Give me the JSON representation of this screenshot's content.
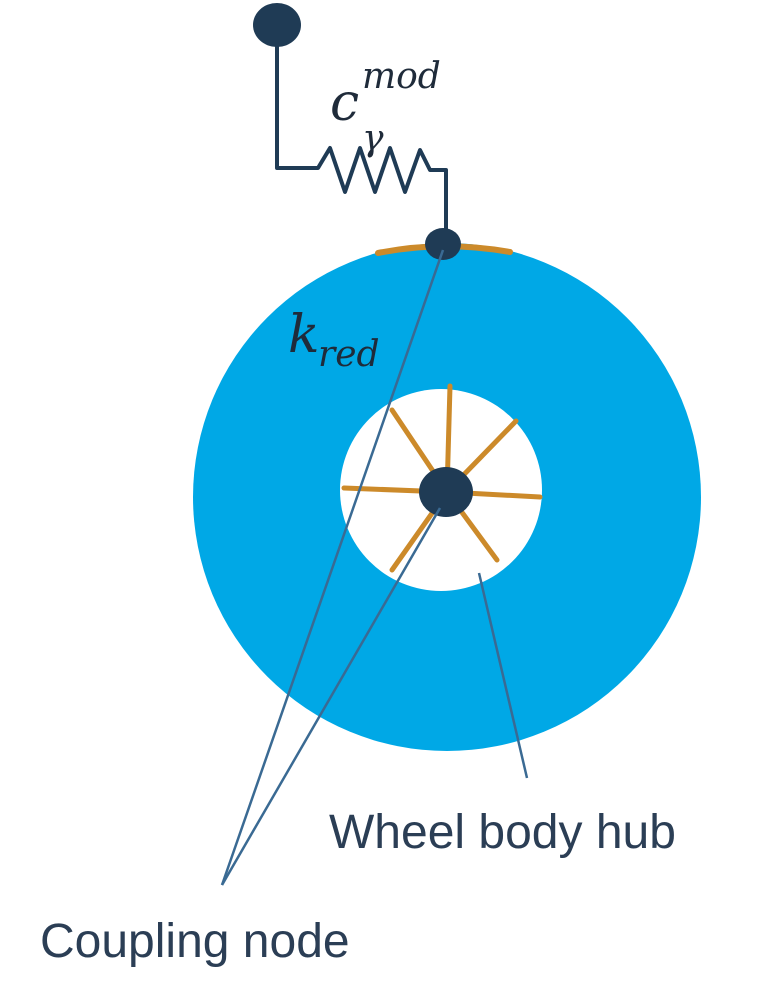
{
  "labels": {
    "spring_base": "c",
    "spring_sub": "γ",
    "spring_sup": "mod",
    "stiffness_base": "k",
    "stiffness_sub": "red",
    "hub_label": "Wheel body hub",
    "coupling_label": "Coupling node"
  },
  "colors": {
    "wheel_fill": "#00a8e6",
    "hub_fill": "#ffffff",
    "spoke": "#cc8a2a",
    "node": "#1f3b55",
    "line": "#1f3b55",
    "leader": "#3a6a93"
  }
}
